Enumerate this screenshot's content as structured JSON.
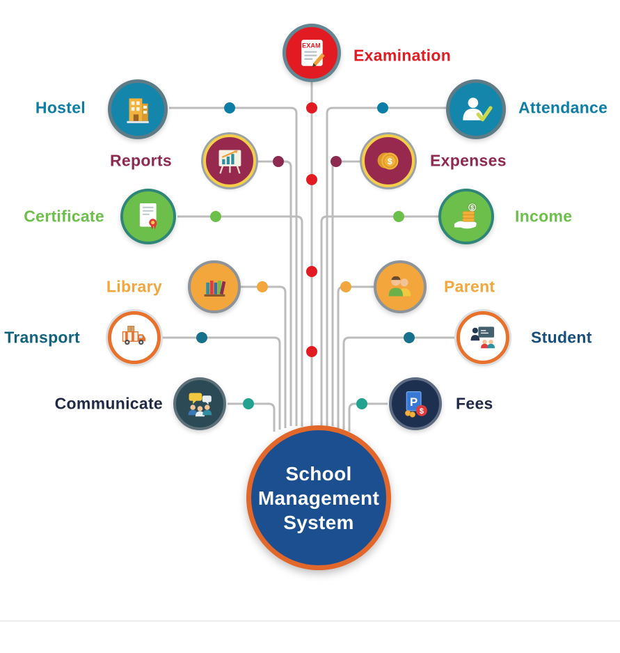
{
  "title": "School Management System",
  "center": {
    "lines": [
      "School",
      "Management",
      "System"
    ]
  },
  "palette": {
    "red": "#e21b22",
    "teal": "#0c7ea6",
    "maroon": "#8e2a50",
    "green": "#6cbf4a",
    "orange": "#f2a63b",
    "steel": "#17718a",
    "tealgreen": "#23a38f",
    "navy": "#202a44",
    "line": "#bcbcbc",
    "centerfill": "#1b4f90",
    "centerborder": "#e2672b",
    "transportlabel": "#11637d",
    "studentlabel": "#174f7c"
  },
  "nodes": {
    "examination": {
      "label": "Examination",
      "icon": "exam-icon",
      "icon_text": "EXAM"
    },
    "hostel": {
      "label": "Hostel",
      "icon": "hostel-icon"
    },
    "attendance": {
      "label": "Attendance",
      "icon": "attendance-icon"
    },
    "reports": {
      "label": "Reports",
      "icon": "reports-icon"
    },
    "expenses": {
      "label": "Expenses",
      "icon": "expenses-icon",
      "icon_text": "$"
    },
    "certificate": {
      "label": "Certificate",
      "icon": "certificate-icon"
    },
    "income": {
      "label": "Income",
      "icon": "income-icon",
      "icon_text": "$"
    },
    "library": {
      "label": "Library",
      "icon": "library-icon"
    },
    "parent": {
      "label": "Parent",
      "icon": "parent-icon"
    },
    "transport": {
      "label": "Transport",
      "icon": "transport-icon"
    },
    "student": {
      "label": "Student",
      "icon": "student-icon"
    },
    "communicate": {
      "label": "Communicate",
      "icon": "communicate-icon"
    },
    "fees": {
      "label": "Fees",
      "icon": "fees-icon",
      "icon_text_p": "P",
      "icon_text_dollar": "$"
    }
  }
}
